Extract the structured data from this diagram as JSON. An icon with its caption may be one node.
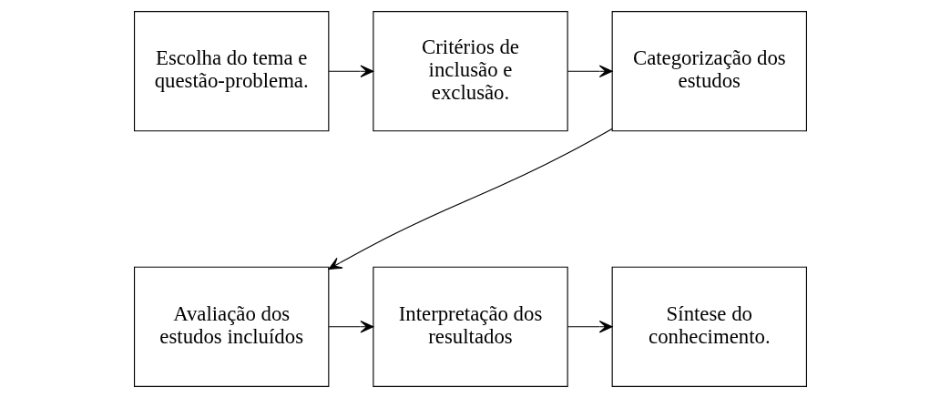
{
  "diagram": {
    "nodes": [
      {
        "text": [
          "Escolha do tema e questão-problema."
        ]
      },
      {
        "text": [
          "Critérios de inclusão e exclusão."
        ]
      },
      {
        "text": [
          "Categorização dos estudos"
        ]
      },
      {
        "text": [
          "Avaliação dos estudos incluídos"
        ]
      },
      {
        "text": [
          "Interpretação dos resultados"
        ]
      },
      {
        "text": [
          "Síntese do conhecimento."
        ]
      }
    ],
    "edges": [
      {
        "from": 0,
        "to": 1,
        "arrow": "to"
      },
      {
        "from": 1,
        "to": 2,
        "arrow": "to"
      },
      {
        "from": 2,
        "to": 3,
        "arrow": "to"
      },
      {
        "from": 3,
        "to": 4,
        "arrow": "to"
      },
      {
        "from": 4,
        "to": 5,
        "arrow": "to"
      }
    ]
  }
}
